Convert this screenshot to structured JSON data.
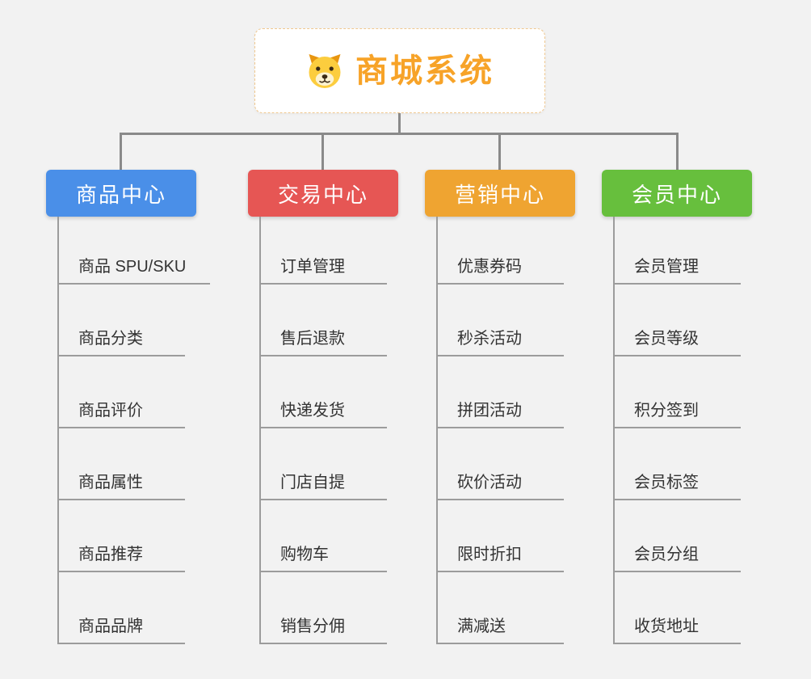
{
  "root": {
    "title": "商城系统",
    "icon": "dog-icon",
    "title_color": "#f7a328"
  },
  "line_color": "#8a8a8a",
  "branches": [
    {
      "title": "商品中心",
      "color": "#4a8fe8",
      "items": [
        "商品 SPU/SKU",
        "商品分类",
        "商品评价",
        "商品属性",
        "商品推荐",
        "商品品牌"
      ]
    },
    {
      "title": "交易中心",
      "color": "#e65654",
      "items": [
        "订单管理",
        "售后退款",
        "快递发货",
        "门店自提",
        "购物车",
        "销售分佣"
      ]
    },
    {
      "title": "营销中心",
      "color": "#efa431",
      "items": [
        "优惠券码",
        "秒杀活动",
        "拼团活动",
        "砍价活动",
        "限时折扣",
        "满减送"
      ]
    },
    {
      "title": "会员中心",
      "color": "#67bf3d",
      "items": [
        "会员管理",
        "会员等级",
        "积分签到",
        "会员标签",
        "会员分组",
        "收货地址"
      ]
    }
  ]
}
